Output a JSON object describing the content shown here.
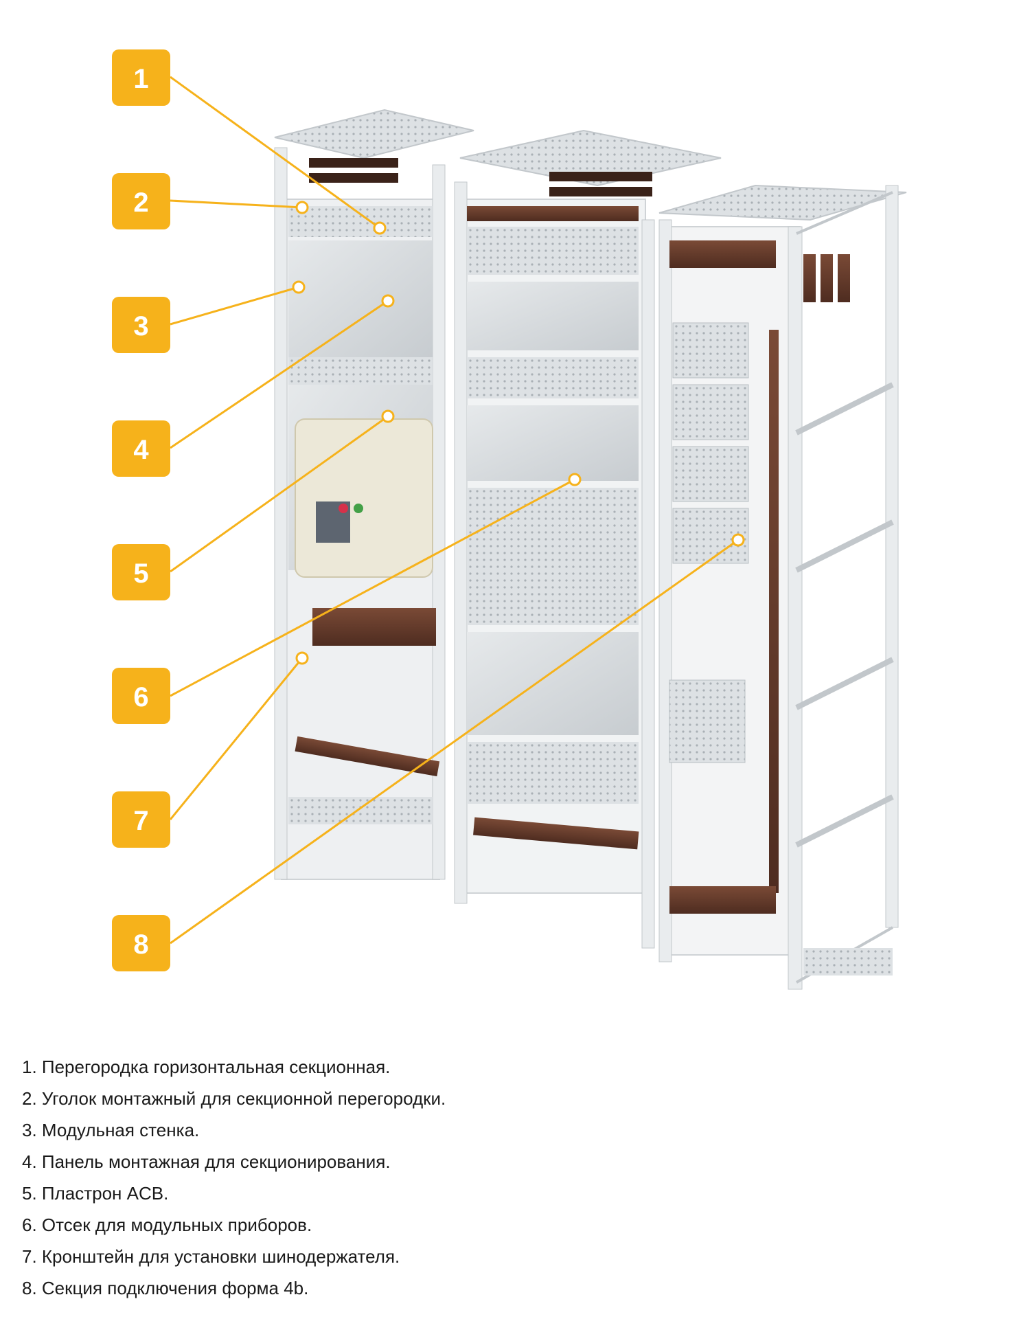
{
  "diagram": {
    "accent_color": "#F6B21B",
    "leader_color": "#F6B21B",
    "markers": [
      {
        "label": "1"
      },
      {
        "label": "2"
      },
      {
        "label": "3"
      },
      {
        "label": "4"
      },
      {
        "label": "5"
      },
      {
        "label": "6"
      },
      {
        "label": "7"
      },
      {
        "label": "8"
      }
    ]
  },
  "legend": {
    "items": [
      "1. Перегородка горизонтальная секционная.",
      "2. Уголок монтажный для секционной перегородки.",
      "3. Модульная стенка.",
      "4. Панель монтажная для секционирования.",
      "5. Пластрон ACB.",
      "6. Отсек для модульных приборов.",
      "7. Кронштейн для установки шинодержателя.",
      "8. Секция подключения форма 4b."
    ]
  }
}
